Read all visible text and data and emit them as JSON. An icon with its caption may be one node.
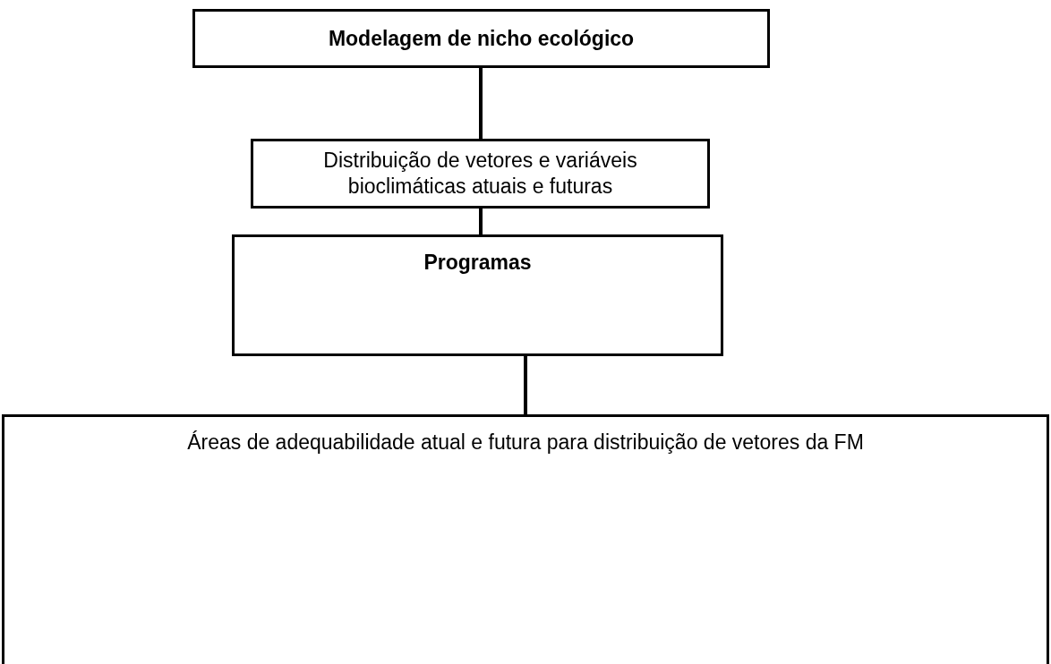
{
  "diagram": {
    "nodes": [
      {
        "text": [
          "Modelagem de nicho ecológico"
        ]
      },
      {
        "text": [
          "Distribuição de vetores e variáveis bioclimáticas atuais e futuras"
        ]
      },
      {
        "text": [
          "Programas"
        ]
      },
      {
        "text": [
          "Áreas de adequabilidade atual e futura para distribuição de vetores da FM"
        ]
      }
    ],
    "edges": [
      {
        "from": 0,
        "to": 1,
        "arrow": "none"
      },
      {
        "from": 1,
        "to": 2,
        "arrow": "none"
      },
      {
        "from": 2,
        "to": 3,
        "arrow": "none"
      }
    ]
  }
}
